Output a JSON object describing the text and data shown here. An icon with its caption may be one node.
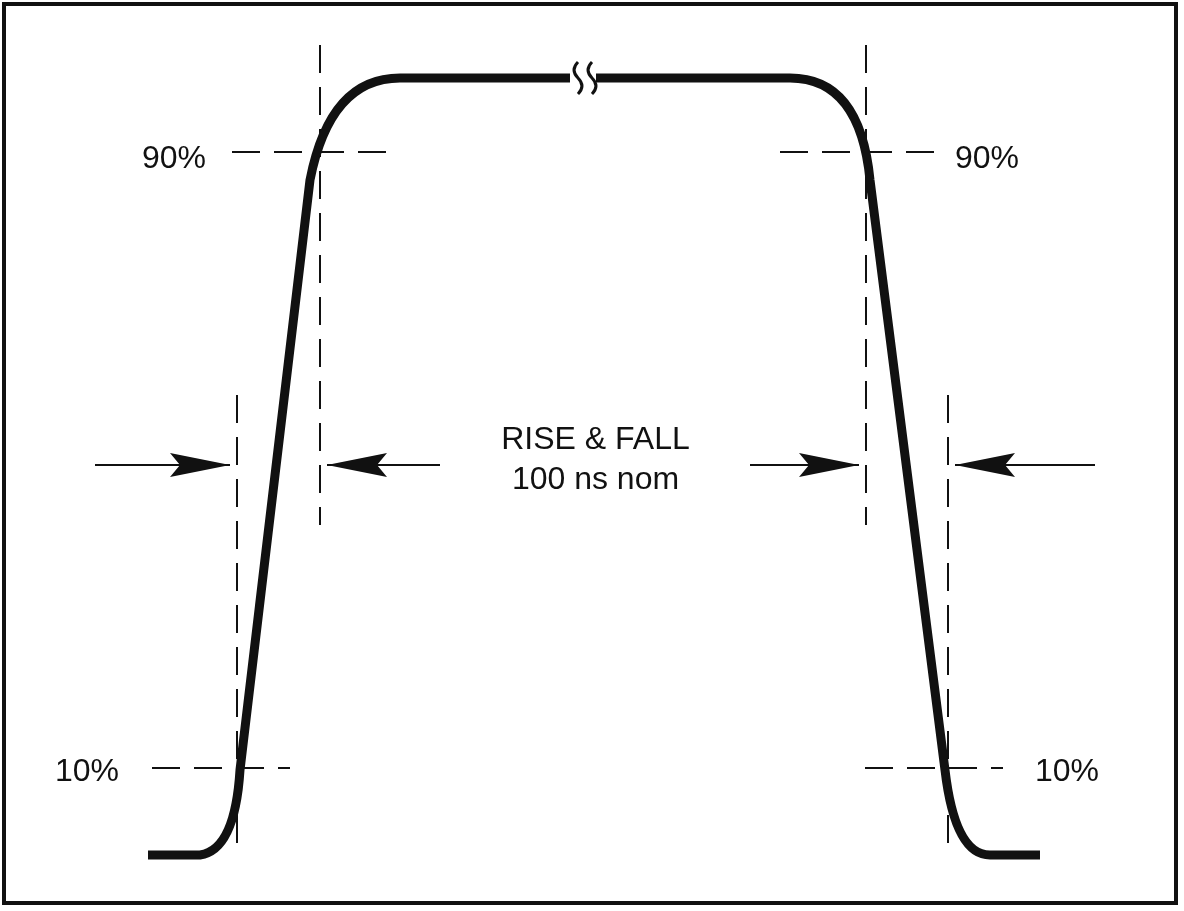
{
  "diagram": {
    "labels": [
      "90%",
      "90%",
      "RISE & FALL 100 ns nom",
      "10%",
      "10%"
    ]
  }
}
